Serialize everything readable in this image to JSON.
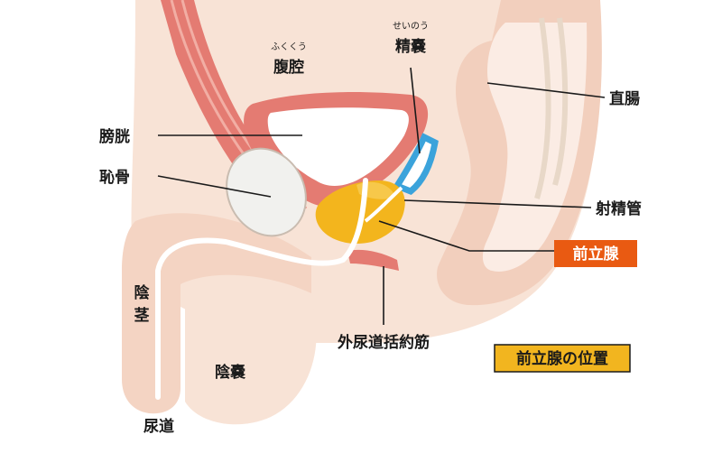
{
  "labels": {
    "fukukou_ruby": "ふくくう",
    "fukukou": "腹腔",
    "seinou_ruby": "せいのう",
    "seinou": "精嚢",
    "chokuchou": "直腸",
    "boukou": "膀胱",
    "chikotsu": "恥骨",
    "shaseikan": "射精管",
    "zenritsusen": "前立腺",
    "inkei_1": "陰",
    "inkei_2": "茎",
    "gaikatsuyakukin": "外尿道括約筋",
    "position_title": "前立腺の位置",
    "innou": "陰嚢",
    "nyoudou": "尿道"
  },
  "colors": {
    "skin": "#f8e3d6",
    "skin_dark": "#f2cfbd",
    "muscle": "#e47b72",
    "muscle_light": "#f2aea4",
    "prostate": "#f3b51d",
    "seminal": "#3ba3db",
    "bone": "#f1f1ee",
    "highlight_orange": "#e95a12",
    "highlight_yellow": "#f2b51f"
  }
}
